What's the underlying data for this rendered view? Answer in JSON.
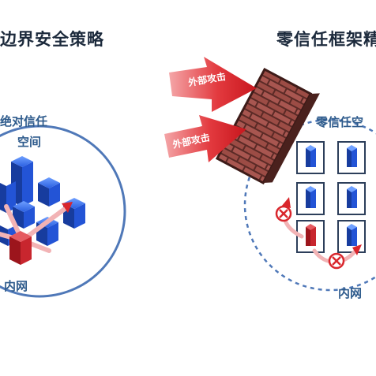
{
  "left": {
    "title": "边界安全策略",
    "zone_label_line1": "绝对信任",
    "zone_label_line2": "空间",
    "network_label": "内网"
  },
  "right": {
    "title": "零信任框架精",
    "zone_label": "零信任空",
    "network_label": "内网",
    "attacks": [
      "外部攻击",
      "外部攻击"
    ]
  },
  "colors": {
    "title": "#1c2a3c",
    "label": "#2e5b8c",
    "node_blue": "#1f4fc8",
    "node_red": "#c8262e",
    "arrow_red": "#d9262c",
    "wall": "#9a4a44",
    "circle": "#4f78b8"
  }
}
